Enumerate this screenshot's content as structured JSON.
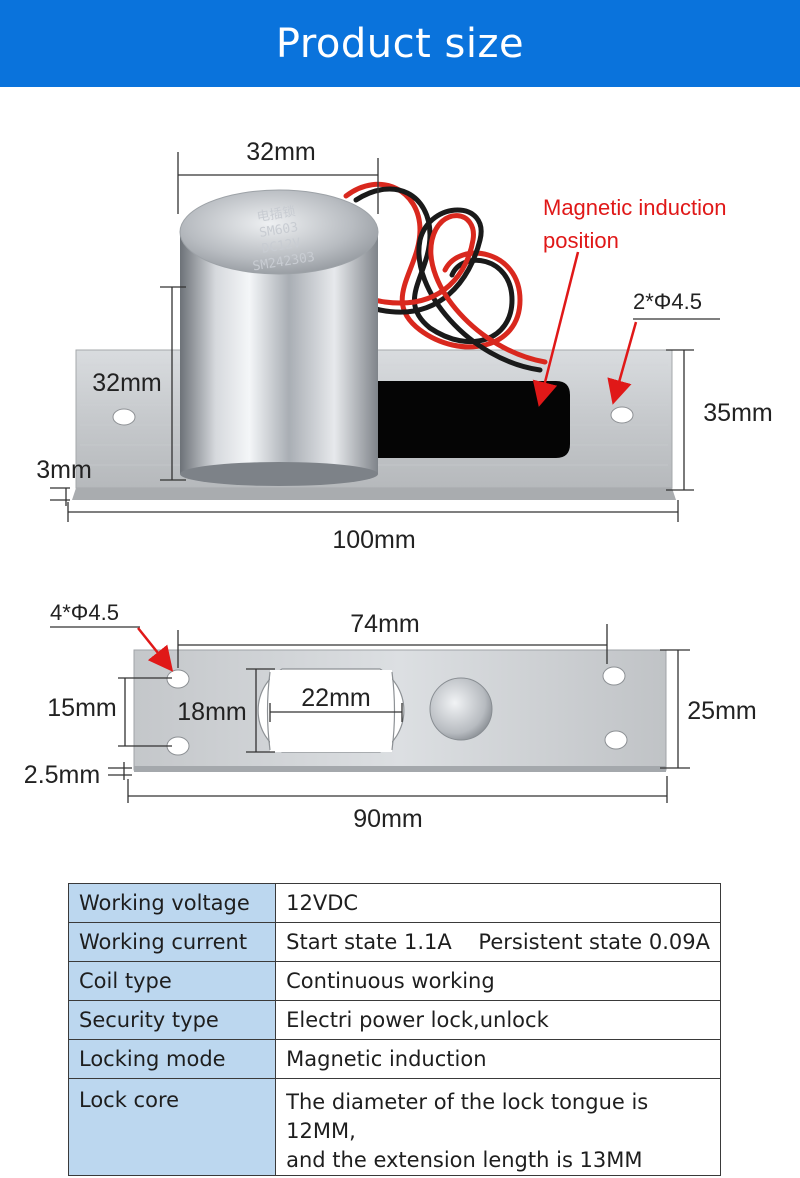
{
  "header": {
    "title": "Product size"
  },
  "top_view": {
    "cylinder_width": "32mm",
    "cylinder_height": "32mm",
    "plate_thickness": "3mm",
    "plate_length": "100mm",
    "plate_height": "35mm",
    "hole_label": "2*Φ4.5",
    "magnet_label_line1": "Magnetic induction",
    "magnet_label_line2": "position",
    "engraving": [
      "电插锁",
      "SM603",
      "DC12V",
      "SM242303"
    ]
  },
  "bottom_view": {
    "hole_label": "4*Φ4.5",
    "hole_spacing": "74mm",
    "hole_vertical": "15mm",
    "slot_height": "18mm",
    "slot_width": "22mm",
    "plate_height": "25mm",
    "plate_thickness": "2.5mm",
    "plate_length": "90mm"
  },
  "specs": [
    {
      "key": "Working voltage",
      "value": "12VDC"
    },
    {
      "key": "Working current",
      "value": "Start state 1.1A    Persistent state 0.09A"
    },
    {
      "key": "Coil type",
      "value": "Continuous working"
    },
    {
      "key": "Security type",
      "value": "Electri power lock,unlock"
    },
    {
      "key": "Locking mode",
      "value": "Magnetic induction"
    },
    {
      "key": "Lock core",
      "value": "The diameter of the lock tongue is 12MM,",
      "value2": "and the extension length is 13MM"
    }
  ],
  "colors": {
    "header_bg": "#0a73dc",
    "key_bg": "#bcd7ef",
    "annotation_red": "#e01818"
  }
}
